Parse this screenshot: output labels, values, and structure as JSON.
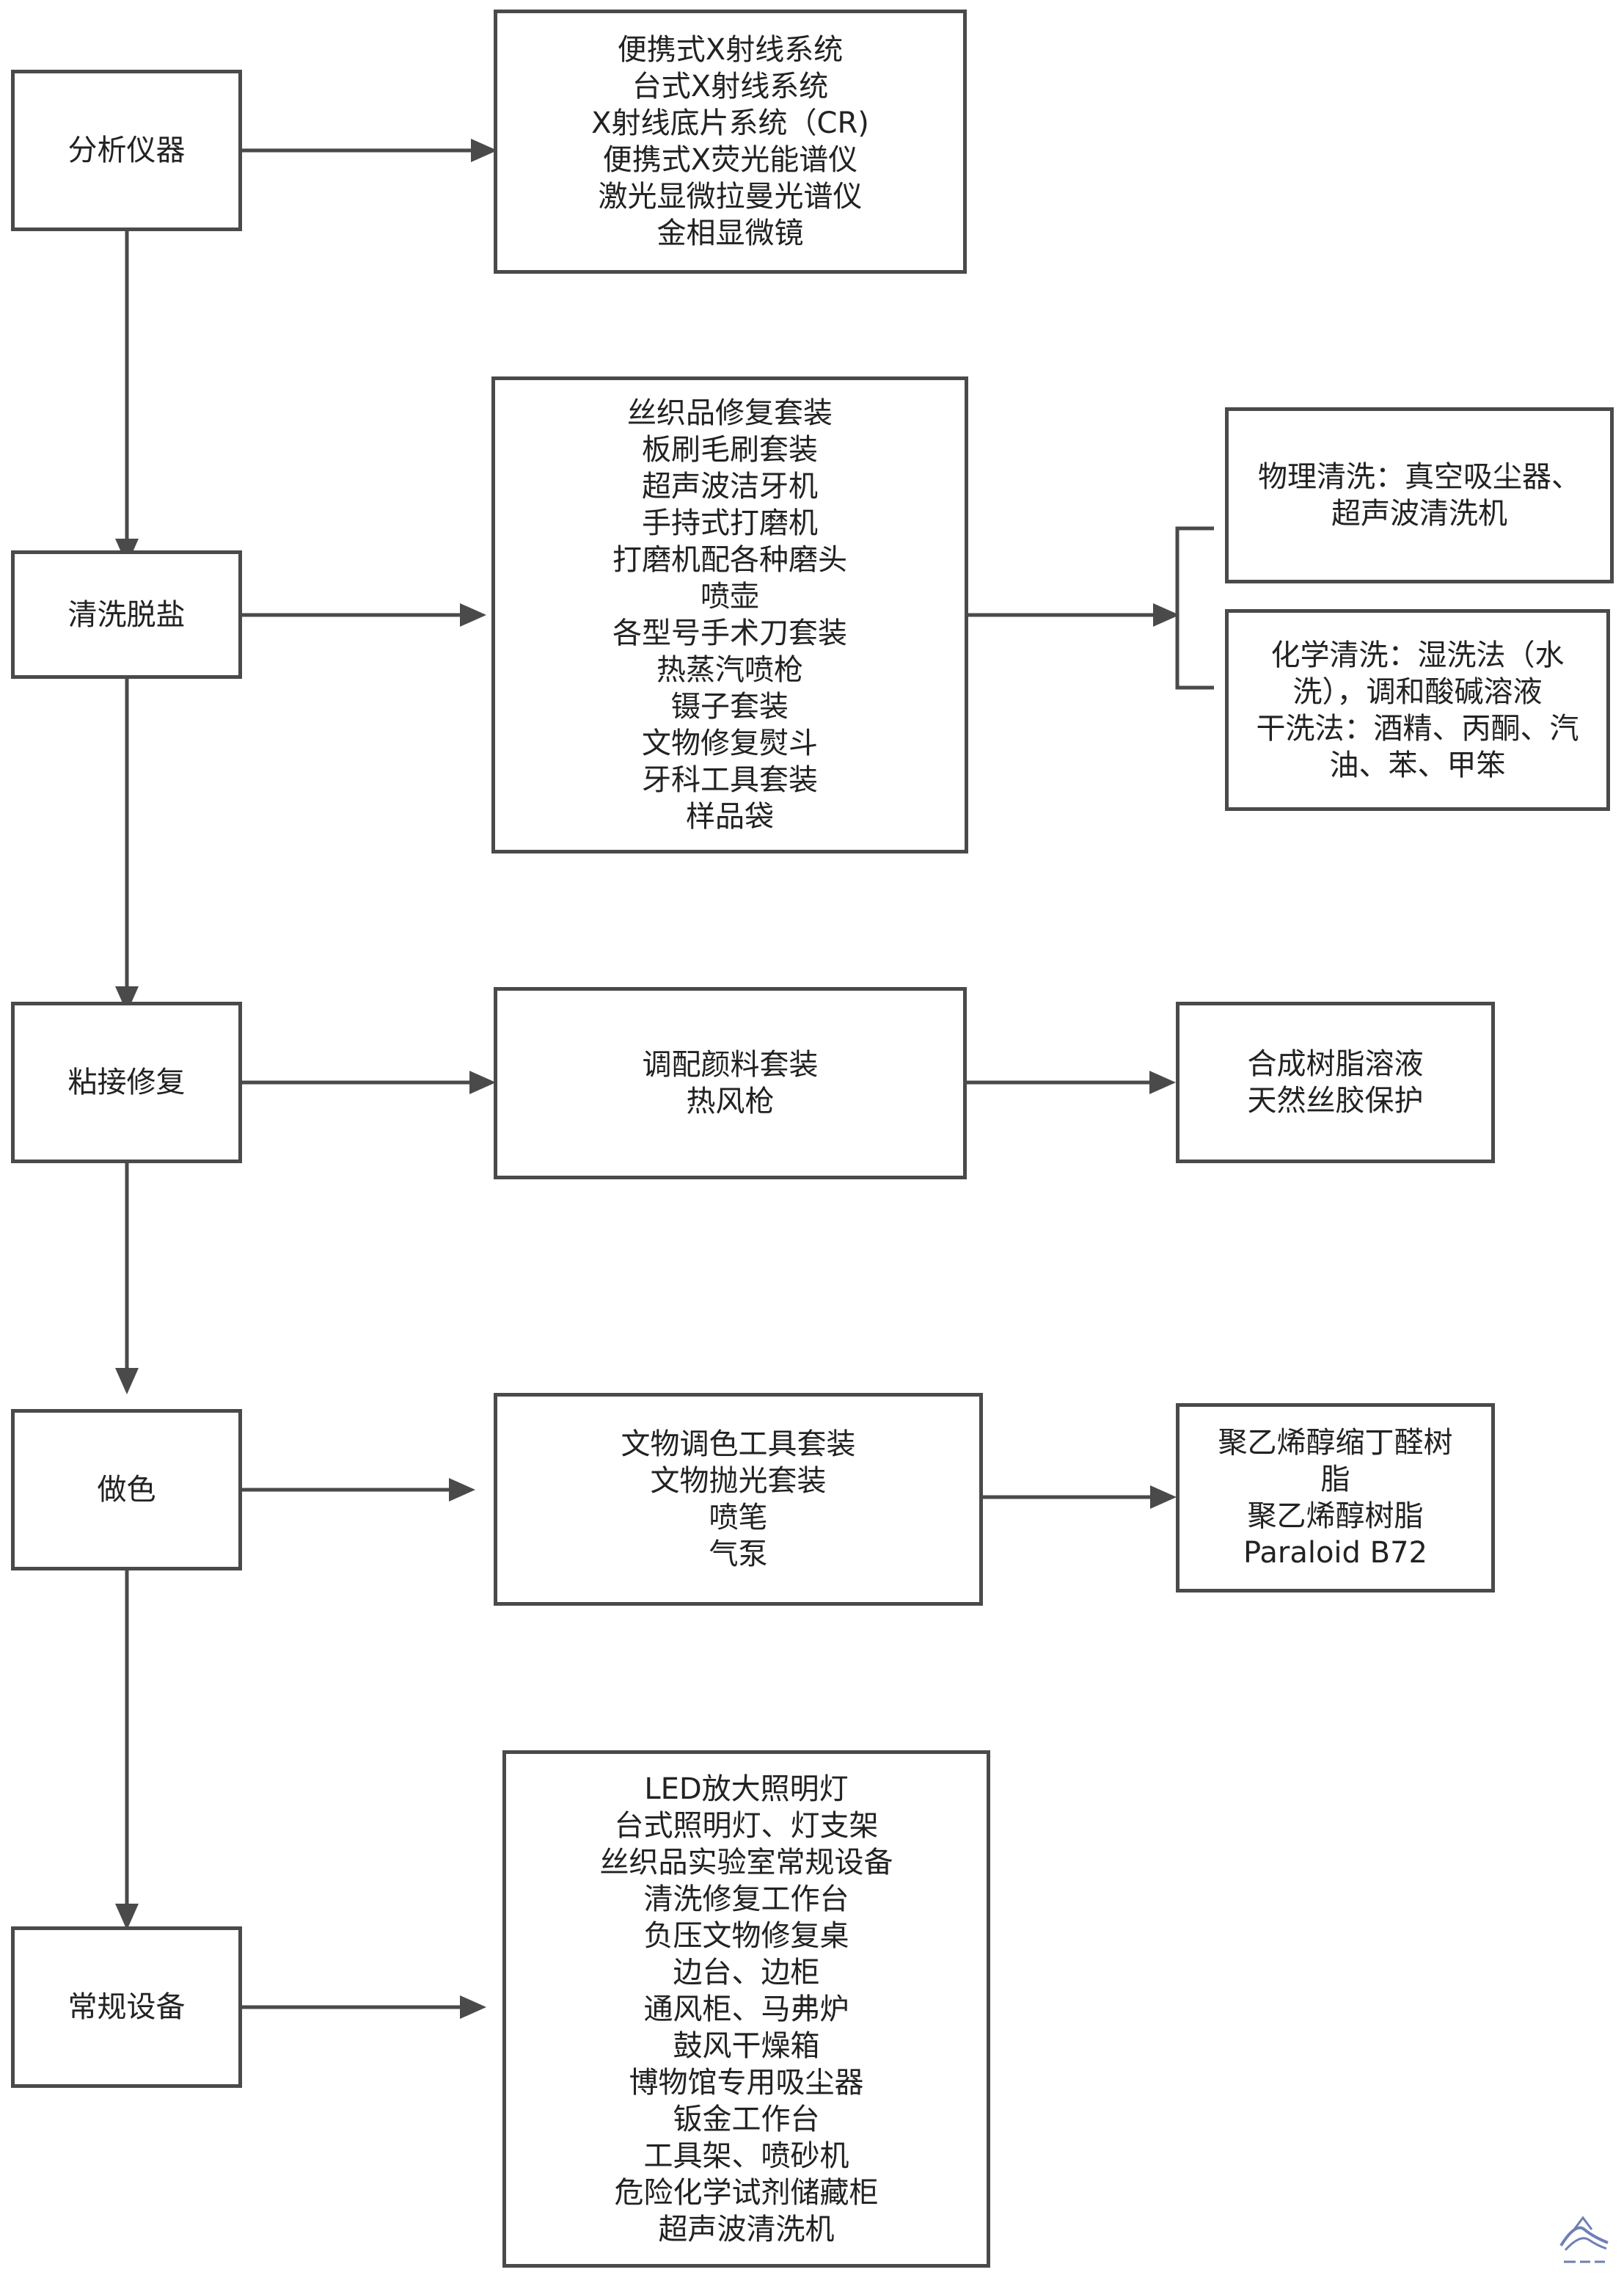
{
  "stages": [
    {
      "id": "analysis",
      "label": "分析仪器"
    },
    {
      "id": "cleaning",
      "label": "清洗脱盐"
    },
    {
      "id": "bonding",
      "label": "粘接修复"
    },
    {
      "id": "coloring",
      "label": "做色"
    },
    {
      "id": "general",
      "label": "常规设备"
    }
  ],
  "tools": {
    "analysis": [
      "便携式X射线系统",
      "台式X射线系统",
      "X射线底片系统（CR)",
      "便携式X荧光能谱仪",
      "激光显微拉曼光谱仪",
      "金相显微镜"
    ],
    "cleaning": [
      "丝织品修复套装",
      "板刷毛刷套装",
      "超声波洁牙机",
      "手持式打磨机",
      "打磨机配各种磨头",
      "喷壶",
      "各型号手术刀套装",
      "热蒸汽喷枪",
      "镊子套装",
      "文物修复熨斗",
      "牙科工具套装",
      "样品袋"
    ],
    "bonding": [
      "调配颜料套装",
      "热风枪"
    ],
    "coloring": [
      "文物调色工具套装",
      "文物抛光套装",
      "喷笔",
      "气泵"
    ],
    "general": [
      "LED放大照明灯",
      "台式照明灯、灯支架",
      "丝织品实验室常规设备",
      "清洗修复工作台",
      "负压文物修复桌",
      "边台、边柜",
      "通风柜、马弗炉",
      "鼓风干燥箱",
      "博物馆专用吸尘器",
      "钣金工作台",
      "工具架、喷砂机",
      "危险化学试剂储藏柜",
      "超声波清洗机"
    ]
  },
  "methods": {
    "cleaning_physical": [
      "物理清洗：真空吸尘器、超声波清洗机"
    ],
    "cleaning_chemical": [
      "化学清洗：湿洗法（水洗），调和酸碱溶液",
      "干洗法：酒精、丙酮、汽油、苯、甲笨"
    ],
    "bonding": [
      "合成树脂溶液",
      "天然丝胶保护"
    ],
    "coloring": [
      "聚乙烯醇缩丁醛树脂",
      "聚乙烯醇树脂",
      "Paraloid B72"
    ]
  },
  "colors": {
    "border": "#4a4a4a",
    "text": "#222222",
    "arrow": "#4a4a4a",
    "watermark": "#6f7fb4"
  }
}
